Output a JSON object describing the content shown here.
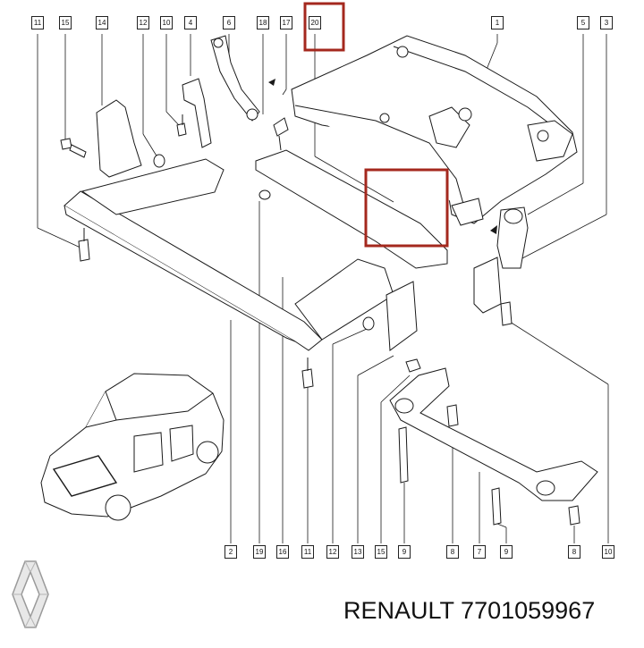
{
  "callouts_top": [
    "11",
    "15",
    "14",
    "12",
    "10",
    "4",
    "6",
    "18",
    "17",
    "20",
    "1",
    "5",
    "3"
  ],
  "callouts_bottom": [
    "2",
    "19",
    "16",
    "11",
    "12",
    "13",
    "15",
    "9",
    "8",
    "7",
    "9",
    "8",
    "10"
  ],
  "caption": {
    "brand": "RENAULT",
    "part_number": "7701059967"
  },
  "highlight_color": "#a4281e",
  "logo": {
    "name": "renault-logo"
  }
}
